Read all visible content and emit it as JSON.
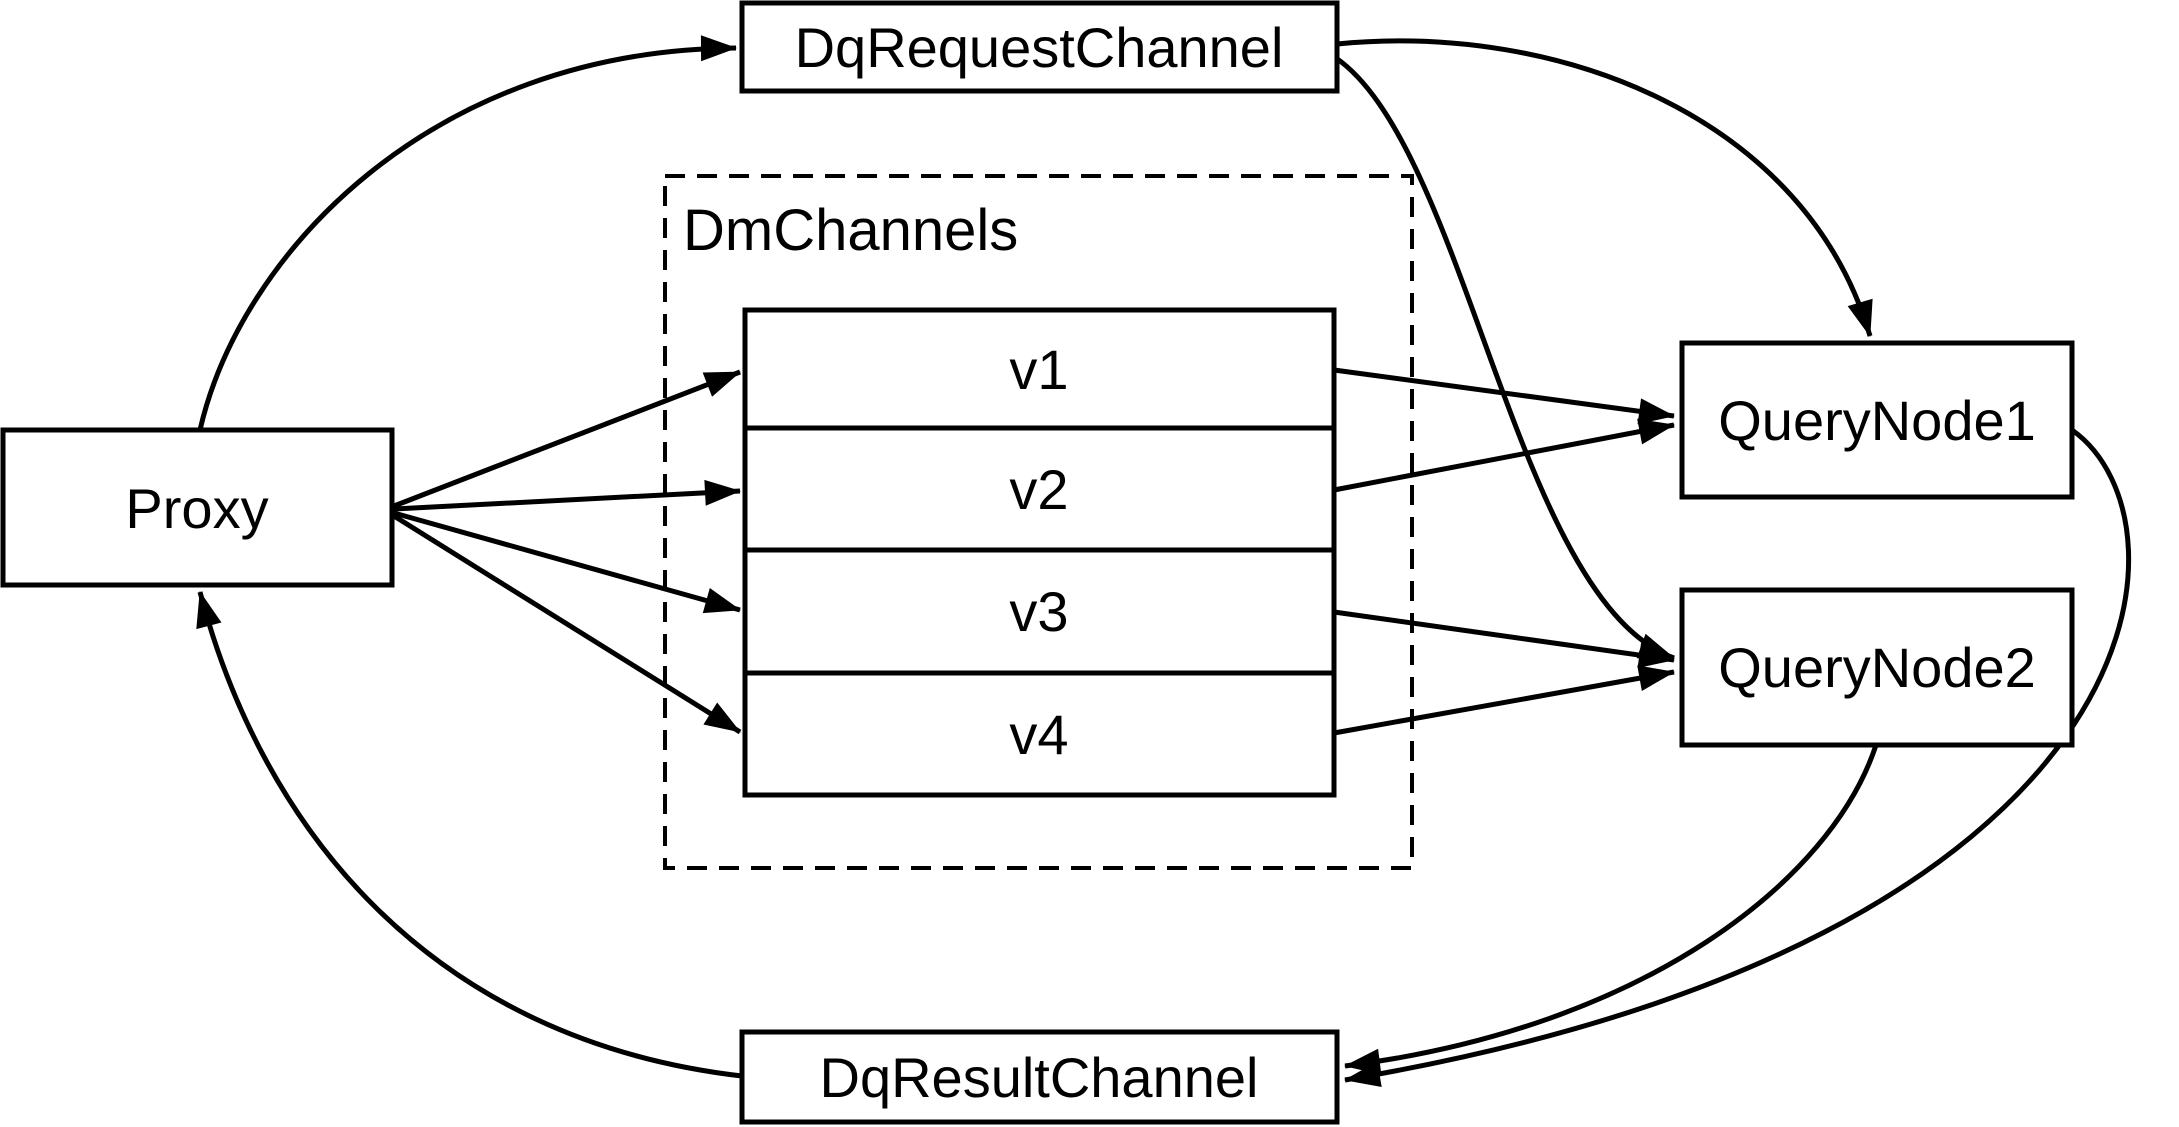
{
  "diagram": {
    "nodes": {
      "proxy": {
        "label": "Proxy"
      },
      "dq_request_channel": {
        "label": "DqRequestChannel"
      },
      "dm_channels": {
        "label": "DmChannels",
        "channels": [
          "v1",
          "v2",
          "v3",
          "v4"
        ]
      },
      "query_node1": {
        "label": "QueryNode1"
      },
      "query_node2": {
        "label": "QueryNode2"
      },
      "dq_result_channel": {
        "label": "DqResultChannel"
      }
    },
    "edges": [
      {
        "from": "Proxy",
        "to": "DqRequestChannel"
      },
      {
        "from": "DqRequestChannel",
        "to": "QueryNode1"
      },
      {
        "from": "DqRequestChannel",
        "to": "QueryNode2"
      },
      {
        "from": "Proxy",
        "to": "v1"
      },
      {
        "from": "Proxy",
        "to": "v2"
      },
      {
        "from": "Proxy",
        "to": "v3"
      },
      {
        "from": "Proxy",
        "to": "v4"
      },
      {
        "from": "v1",
        "to": "QueryNode1"
      },
      {
        "from": "v2",
        "to": "QueryNode1"
      },
      {
        "from": "v3",
        "to": "QueryNode2"
      },
      {
        "from": "v4",
        "to": "QueryNode2"
      },
      {
        "from": "QueryNode1",
        "to": "DqResultChannel"
      },
      {
        "from": "QueryNode2",
        "to": "DqResultChannel"
      },
      {
        "from": "DqResultChannel",
        "to": "Proxy"
      }
    ],
    "colors": {
      "ink": "#000000",
      "background": "#ffffff"
    }
  }
}
